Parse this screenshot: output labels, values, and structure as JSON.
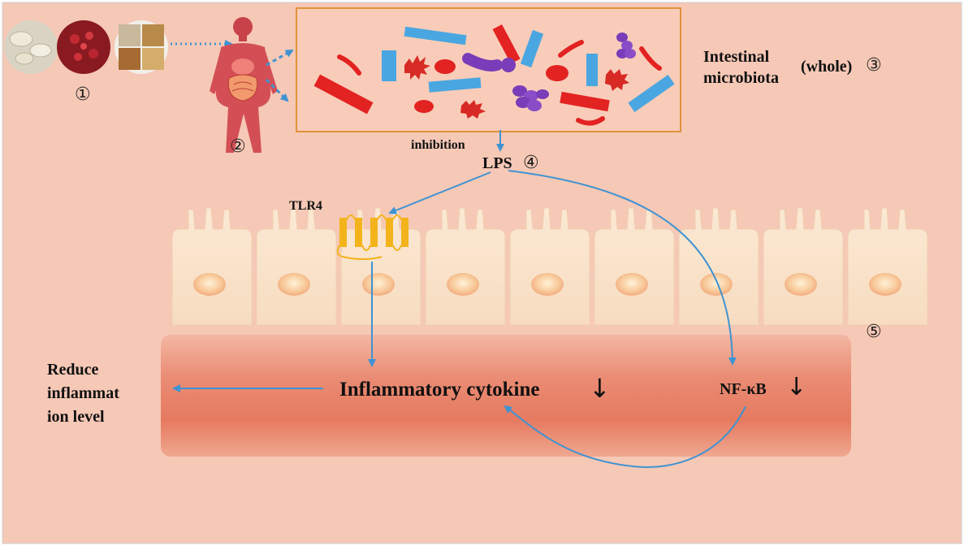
{
  "labels": {
    "step1": "①",
    "step2": "②",
    "step3": "③",
    "step4": "④",
    "step5": "⑤",
    "microbiota_line1": "Intestinal",
    "microbiota_line2": "microbiota",
    "whole": "(whole)",
    "inhibition": "inhibition",
    "lps": "LPS",
    "tlr4": "TLR4",
    "cytokine": "Inflammatory cytokine",
    "nfkb": "NF-κB",
    "down_arrow": "↓",
    "reduce_line1": "Reduce",
    "reduce_line2": "inflammat",
    "reduce_line3": "ion level"
  },
  "colors": {
    "background": "#f6c8b6",
    "box_border": "#e0923a",
    "arrow_blue": "#3f93d2",
    "tlr4_yellow": "#f3b41b",
    "bacteria_red": "#e32222",
    "bacteria_blue": "#4aa6e0",
    "bacteria_purple": "#7a3cb8",
    "tissue": "#e8806a"
  },
  "icons": [
    "herbal-medicine-icon",
    "human-body-icon",
    "bacteria-icon",
    "epithelial-cell-icon",
    "tlr4-receptor-icon"
  ]
}
